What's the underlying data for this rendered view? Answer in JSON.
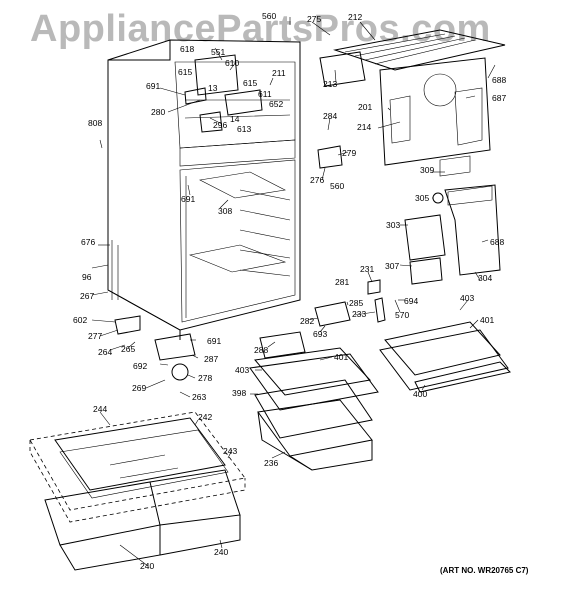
{
  "watermark": "AppliancePartsPros.com",
  "art_number": "(ART NO. WR20765 C7)",
  "labels": {
    "l560a": "560",
    "l275": "275",
    "l212": "212",
    "l618": "618",
    "l551": "551",
    "l610": "610",
    "l615a": "615",
    "l13": "13",
    "l691a": "691",
    "l211": "211",
    "l615b": "615",
    "l611": "611",
    "l14": "14",
    "l652": "652",
    "l280": "280",
    "l296": "296",
    "l613": "613",
    "l213": "213",
    "l688a": "688",
    "l687": "687",
    "l201": "201",
    "l214": "214",
    "l284": "284",
    "l808": "808",
    "l279": "279",
    "l276": "276",
    "l560b": "560",
    "l309": "309",
    "l691b": "691",
    "l305": "305",
    "l308": "308",
    "l303": "303",
    "l688b": "688",
    "l676": "676",
    "l96": "96",
    "l267": "267",
    "l307": "307",
    "l304": "304",
    "l231": "231",
    "l281": "281",
    "l694": "694",
    "l285": "285",
    "l233": "233",
    "l570": "570",
    "l403a": "403",
    "l602": "602",
    "l282": "282",
    "l693": "693",
    "l401a": "401",
    "l277": "277",
    "l691c": "691",
    "l264": "264",
    "l265": "265",
    "l288": "288",
    "l401b": "401",
    "l287": "287",
    "l692": "692",
    "l403b": "403",
    "l278": "278",
    "l269": "269",
    "l263": "263",
    "l398": "398",
    "l400": "400",
    "l244": "244",
    "l242": "242",
    "l243": "243",
    "l236": "236",
    "l240a": "240",
    "l240b": "240"
  }
}
